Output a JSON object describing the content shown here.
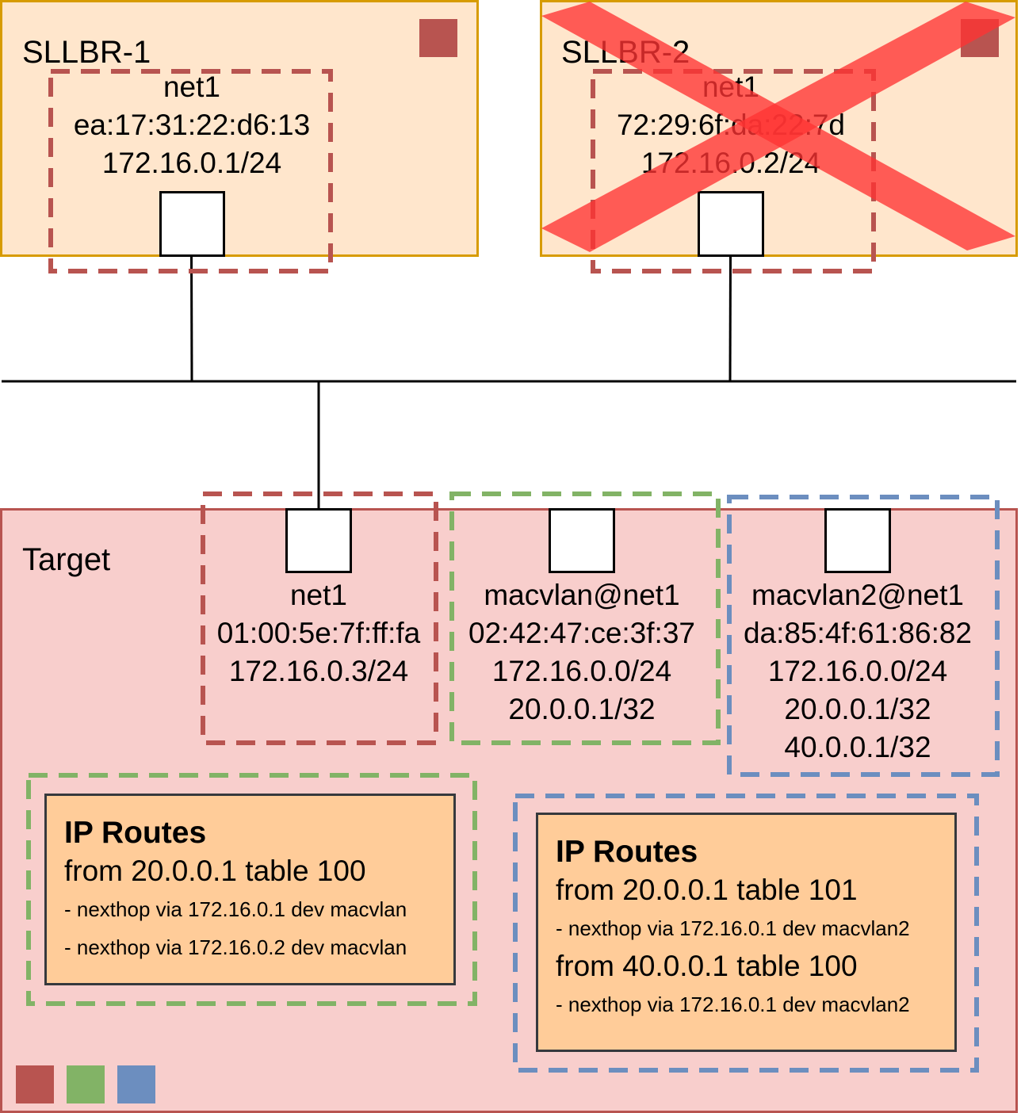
{
  "colors": {
    "red": "#b85450",
    "green": "#82b366",
    "blue": "#6c8ebf",
    "cross": "#ff3333"
  },
  "sllbr1": {
    "title": "SLLBR-1",
    "iface": {
      "name": "net1",
      "mac": "ea:17:31:22:d6:13",
      "ip": "172.16.0.1/24"
    }
  },
  "sllbr2": {
    "title": "SLLBR-2",
    "iface": {
      "name": "net1",
      "mac": "72:29:6f:da:22:7d",
      "ip": "172.16.0.2/24"
    }
  },
  "target": {
    "title": "Target",
    "ifaces": [
      {
        "name": "net1",
        "mac": "01:00:5e:7f:ff:fa",
        "ips": [
          "172.16.0.3/24"
        ]
      },
      {
        "name": "macvlan@net1",
        "mac": "02:42:47:ce:3f:37",
        "ips": [
          "172.16.0.0/24",
          "20.0.0.1/32"
        ]
      },
      {
        "name": "macvlan2@net1",
        "mac": "da:85:4f:61:86:82",
        "ips": [
          "172.16.0.0/24",
          "20.0.0.1/32",
          "40.0.0.1/32"
        ]
      }
    ],
    "routes_green": {
      "heading": "IP Routes",
      "rule1": "from 20.0.0.1 table 100",
      "hop1": "- nexthop via 172.16.0.1 dev macvlan",
      "hop2": "- nexthop via 172.16.0.2 dev macvlan"
    },
    "routes_blue": {
      "heading": "IP Routes",
      "rule1": "from 20.0.0.1 table 101",
      "hop1": "- nexthop via 172.16.0.1 dev macvlan2",
      "rule2": "from 40.0.0.1 table 100",
      "hop2": "- nexthop via 172.16.0.1 dev macvlan2"
    }
  }
}
